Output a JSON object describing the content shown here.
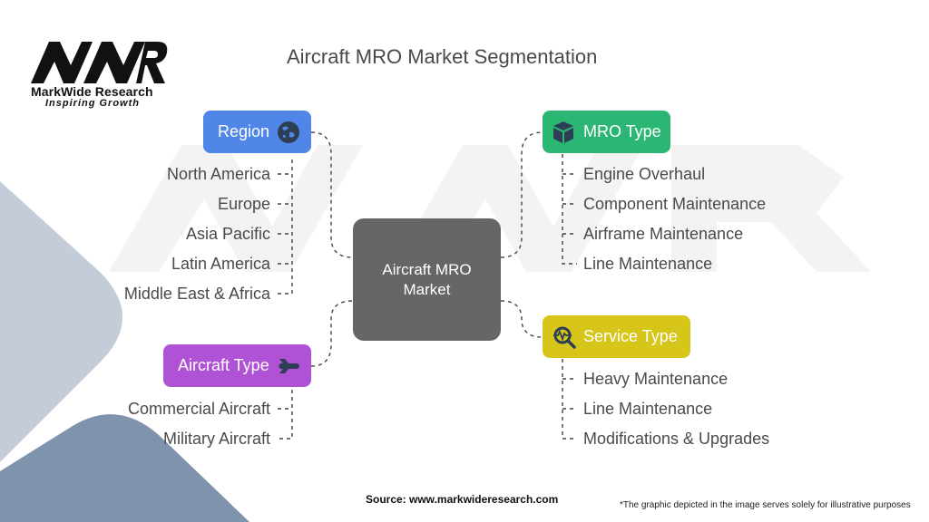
{
  "logo": {
    "brand": "MarkWide Research",
    "tagline": "Inspiring Growth"
  },
  "title": "Aircraft MRO Market Segmentation",
  "center": {
    "line1": "Aircraft MRO",
    "line2": "Market"
  },
  "branches": {
    "region": {
      "label": "Region",
      "color": "#4f86e8",
      "icon": "globe-icon",
      "items": [
        "North America",
        "Europe",
        "Asia Pacific",
        "Latin America",
        "Middle East & Africa"
      ]
    },
    "aircraft_type": {
      "label": "Aircraft Type",
      "color": "#b052d6",
      "icon": "airplane-icon",
      "items": [
        "Commercial Aircraft",
        "Military Aircraft"
      ]
    },
    "mro_type": {
      "label": "MRO Type",
      "color": "#2bb673",
      "icon": "box-icon",
      "items": [
        "Engine Overhaul",
        "Component Maintenance",
        "Airframe Maintenance",
        "Line Maintenance"
      ]
    },
    "service_type": {
      "label": "Service Type",
      "color": "#d8c51a",
      "icon": "search-pulse-icon",
      "items": [
        "Heavy Maintenance",
        "Line Maintenance",
        "Modifications & Upgrades"
      ]
    }
  },
  "footer": {
    "source": "Source: www.markwideresearch.com",
    "note": "*The graphic depicted in the image serves solely for illustrative purposes"
  }
}
